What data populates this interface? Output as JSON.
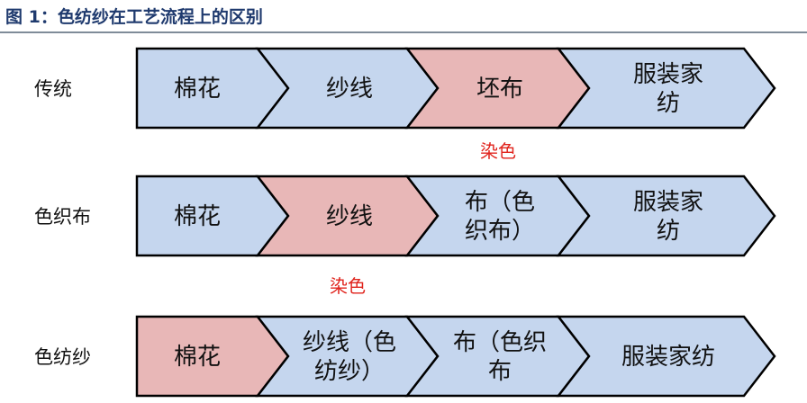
{
  "title": "图 1：色纺纱在工艺流程上的区别",
  "colors": {
    "blue_fill": "#c5d6ee",
    "pink_fill": "#e8b7b7",
    "stroke": "#000000",
    "dye_label": "#e0231c"
  },
  "rows": [
    {
      "label": "传统",
      "steps": [
        {
          "lines": [
            "棉花"
          ],
          "color": "blue"
        },
        {
          "lines": [
            "纱线"
          ],
          "color": "blue"
        },
        {
          "lines": [
            "坯布"
          ],
          "color": "pink"
        },
        {
          "lines": [
            "服装家",
            "纺"
          ],
          "color": "blue"
        }
      ],
      "dye_label": "染色",
      "dye_after_step": 2
    },
    {
      "label": "色织布",
      "steps": [
        {
          "lines": [
            "棉花"
          ],
          "color": "blue"
        },
        {
          "lines": [
            "纱线"
          ],
          "color": "pink"
        },
        {
          "lines": [
            "布（色",
            "织布）"
          ],
          "color": "blue"
        },
        {
          "lines": [
            "服装家",
            "纺"
          ],
          "color": "blue"
        }
      ],
      "dye_label": "染色",
      "dye_after_step": 1
    },
    {
      "label": "色纺纱",
      "steps": [
        {
          "lines": [
            "棉花"
          ],
          "color": "pink"
        },
        {
          "lines": [
            "纱线（色",
            "纺纱）"
          ],
          "color": "blue"
        },
        {
          "lines": [
            "布（色织",
            "布"
          ],
          "color": "blue"
        },
        {
          "lines": [
            "服装家纺"
          ],
          "color": "blue"
        }
      ]
    }
  ]
}
